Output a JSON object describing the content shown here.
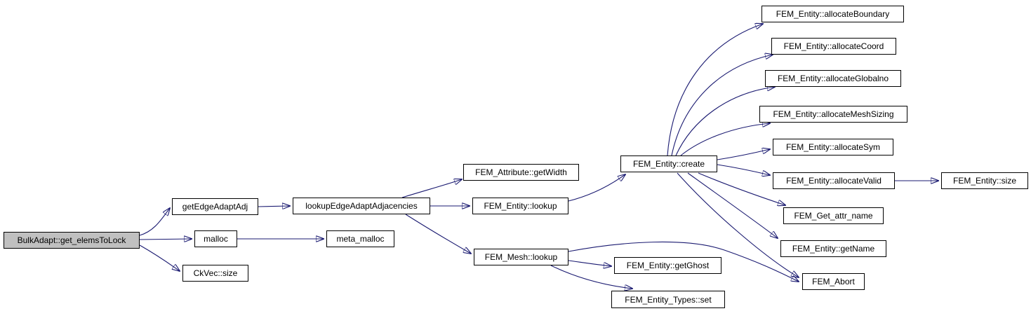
{
  "diagram": {
    "type": "call-graph",
    "description": "Doxygen-style call graph for BulkAdapt::get_elemsToLock",
    "root": "BulkAdapt::get_elemsToLock"
  },
  "colors": {
    "edge": "#191970",
    "node_border": "#000000",
    "node_fill": "#ffffff",
    "root_fill": "#c0c0c0",
    "text": "#000000",
    "background": "#ffffff"
  },
  "nodes": [
    {
      "id": "root",
      "label": "BulkAdapt::get_elemsToLock"
    },
    {
      "id": "getEdgeAdaptAdj",
      "label": "getEdgeAdaptAdj"
    },
    {
      "id": "malloc",
      "label": "malloc"
    },
    {
      "id": "ckvec-size",
      "label": "CkVec::size"
    },
    {
      "id": "lookupEdgeAdaptAdjacencies",
      "label": "lookupEdgeAdaptAdjacencies"
    },
    {
      "id": "meta-malloc",
      "label": "meta_malloc"
    },
    {
      "id": "attribute-getwidth",
      "label": "FEM_Attribute::getWidth"
    },
    {
      "id": "entity-lookup",
      "label": "FEM_Entity::lookup"
    },
    {
      "id": "mesh-lookup",
      "label": "FEM_Mesh::lookup"
    },
    {
      "id": "entity-create",
      "label": "FEM_Entity::create"
    },
    {
      "id": "entity-getghost",
      "label": "FEM_Entity::getGhost"
    },
    {
      "id": "entity-types-set",
      "label": "FEM_Entity_Types::set"
    },
    {
      "id": "allocate-boundary",
      "label": "FEM_Entity::allocateBoundary"
    },
    {
      "id": "allocate-coord",
      "label": "FEM_Entity::allocateCoord"
    },
    {
      "id": "allocate-globalno",
      "label": "FEM_Entity::allocateGlobalno"
    },
    {
      "id": "allocate-meshsizing",
      "label": "FEM_Entity::allocateMeshSizing"
    },
    {
      "id": "allocate-sym",
      "label": "FEM_Entity::allocateSym"
    },
    {
      "id": "allocate-valid",
      "label": "FEM_Entity::allocateValid"
    },
    {
      "id": "get-attr-name",
      "label": "FEM_Get_attr_name"
    },
    {
      "id": "entity-getname",
      "label": "FEM_Entity::getName"
    },
    {
      "id": "fem-abort",
      "label": "FEM_Abort"
    },
    {
      "id": "entity-size",
      "label": "FEM_Entity::size"
    }
  ],
  "edges": [
    {
      "from": "BulkAdapt::get_elemsToLock",
      "to": "getEdgeAdaptAdj"
    },
    {
      "from": "BulkAdapt::get_elemsToLock",
      "to": "malloc"
    },
    {
      "from": "BulkAdapt::get_elemsToLock",
      "to": "CkVec::size"
    },
    {
      "from": "getEdgeAdaptAdj",
      "to": "lookupEdgeAdaptAdjacencies"
    },
    {
      "from": "malloc",
      "to": "meta_malloc"
    },
    {
      "from": "lookupEdgeAdaptAdjacencies",
      "to": "FEM_Attribute::getWidth"
    },
    {
      "from": "lookupEdgeAdaptAdjacencies",
      "to": "FEM_Entity::lookup"
    },
    {
      "from": "lookupEdgeAdaptAdjacencies",
      "to": "FEM_Mesh::lookup"
    },
    {
      "from": "FEM_Entity::lookup",
      "to": "FEM_Entity::create"
    },
    {
      "from": "FEM_Mesh::lookup",
      "to": "FEM_Entity::getGhost"
    },
    {
      "from": "FEM_Mesh::lookup",
      "to": "FEM_Entity_Types::set"
    },
    {
      "from": "FEM_Mesh::lookup",
      "to": "FEM_Abort"
    },
    {
      "from": "FEM_Entity::create",
      "to": "FEM_Entity::allocateBoundary"
    },
    {
      "from": "FEM_Entity::create",
      "to": "FEM_Entity::allocateCoord"
    },
    {
      "from": "FEM_Entity::create",
      "to": "FEM_Entity::allocateGlobalno"
    },
    {
      "from": "FEM_Entity::create",
      "to": "FEM_Entity::allocateMeshSizing"
    },
    {
      "from": "FEM_Entity::create",
      "to": "FEM_Entity::allocateSym"
    },
    {
      "from": "FEM_Entity::create",
      "to": "FEM_Entity::allocateValid"
    },
    {
      "from": "FEM_Entity::create",
      "to": "FEM_Get_attr_name"
    },
    {
      "from": "FEM_Entity::create",
      "to": "FEM_Entity::getName"
    },
    {
      "from": "FEM_Entity::create",
      "to": "FEM_Abort"
    },
    {
      "from": "FEM_Entity::allocateValid",
      "to": "FEM_Entity::size"
    }
  ]
}
